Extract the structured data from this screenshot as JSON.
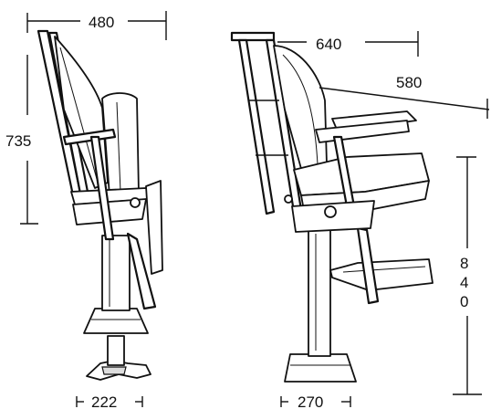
{
  "dimensions": {
    "side_width": "480",
    "side_height": "735",
    "side_base": "222",
    "front_width": "640",
    "front_depth": "580",
    "front_height_digits": [
      "8",
      "4",
      "0"
    ],
    "front_base": "270"
  }
}
